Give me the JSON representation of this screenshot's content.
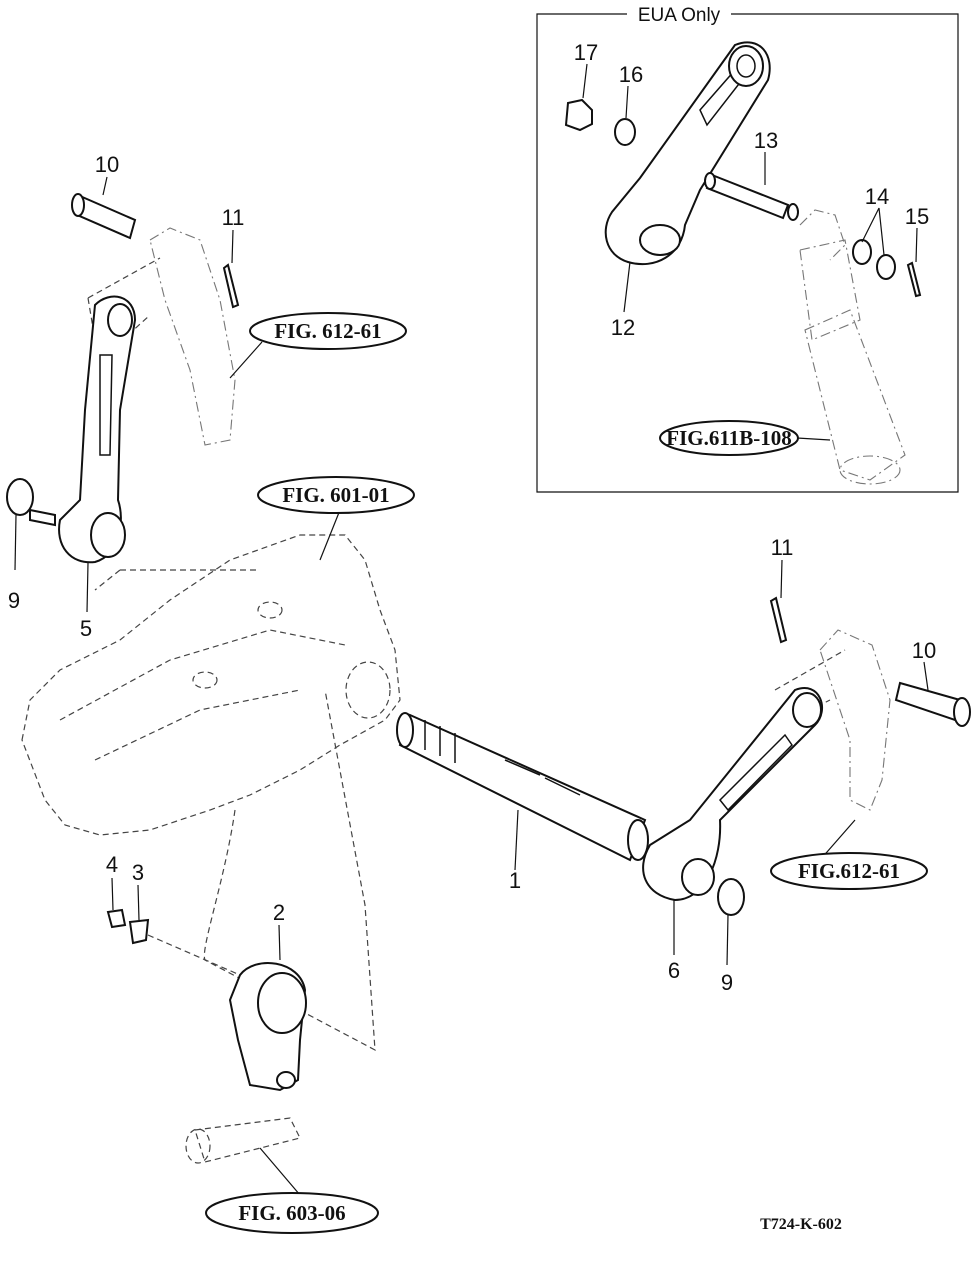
{
  "inset_box": {
    "title": "EUA Only"
  },
  "callouts": {
    "c1": "1",
    "c2": "2",
    "c3": "3",
    "c4": "4",
    "c5": "5",
    "c6": "6",
    "c9_left": "9",
    "c9_right": "9",
    "c10_left": "10",
    "c10_right": "10",
    "c11_left": "11",
    "c11_right": "11",
    "c12": "12",
    "c13": "13",
    "c14": "14",
    "c15": "15",
    "c16": "16",
    "c17": "17"
  },
  "figure_refs": {
    "fig_612_61_left": "FIG. 612-61",
    "fig_601_01": "FIG. 601-01",
    "fig_612_61_right": "FIG.612-61",
    "fig_611b_108": "FIG.611B-108",
    "fig_603_06": "FIG. 603-06"
  },
  "drawing_code": "T724-K-602"
}
